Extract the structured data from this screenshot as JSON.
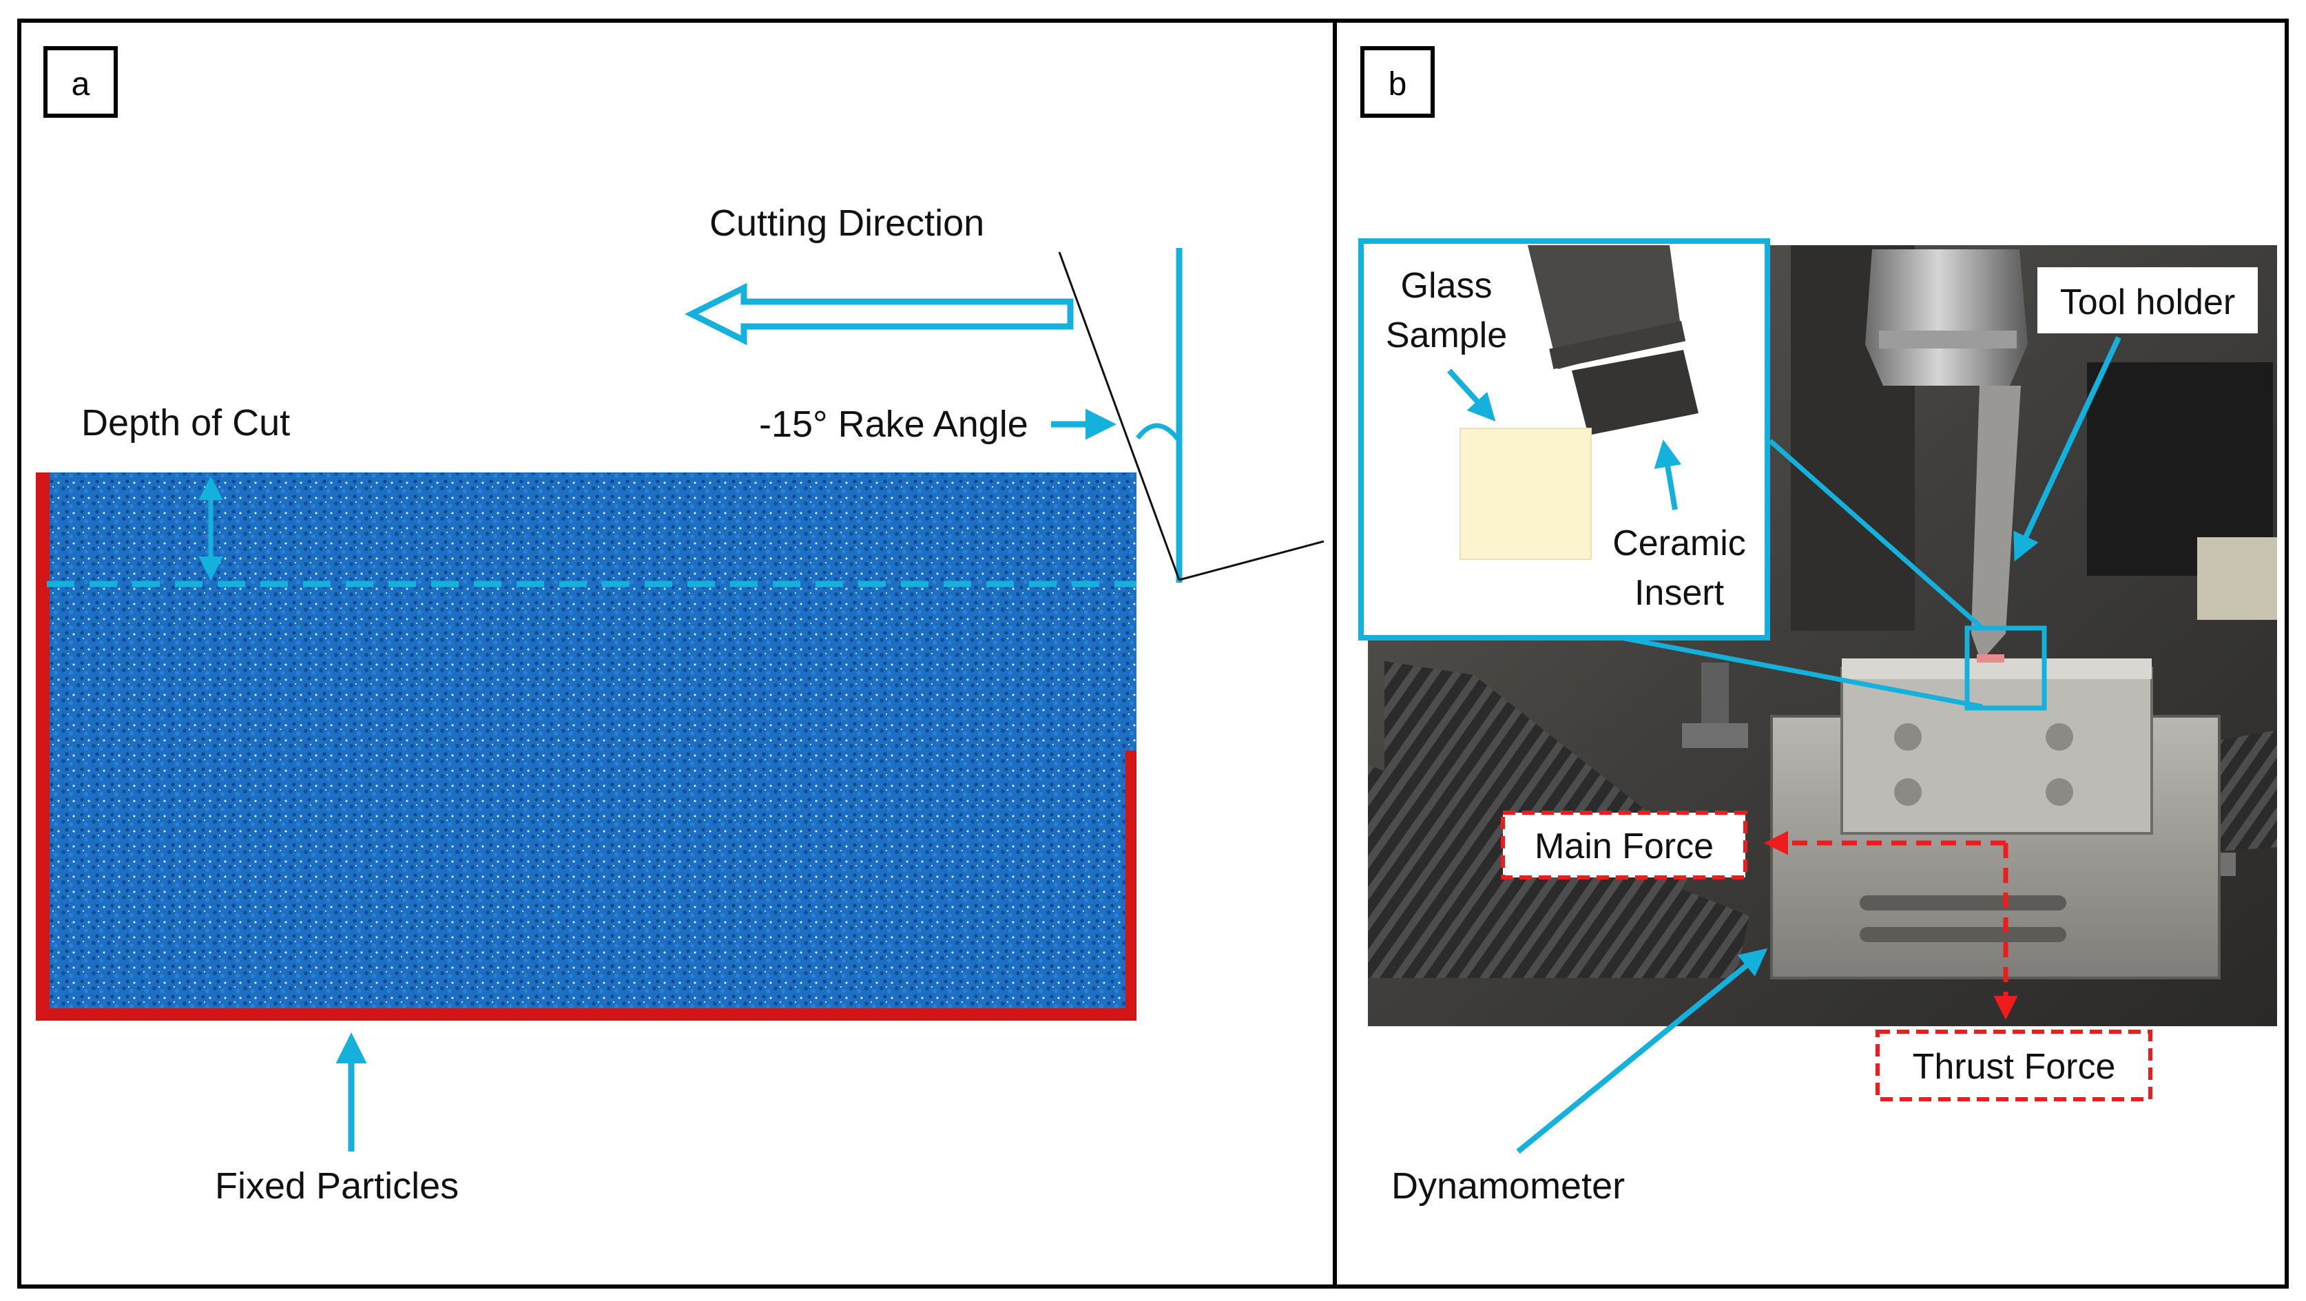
{
  "panel_a": {
    "label": "a",
    "cutting_direction": "Cutting Direction",
    "rake_angle": "-15° Rake Angle",
    "depth_of_cut": "Depth of Cut",
    "fixed_particles": "Fixed Particles"
  },
  "panel_b": {
    "label": "b",
    "glass_sample": [
      "Glass",
      "Sample"
    ],
    "ceramic_insert": [
      "Ceramic",
      "Insert"
    ],
    "tool_holder": "Tool holder",
    "main_force": "Main Force",
    "thrust_force": "Thrust Force",
    "dynamometer": "Dynamometer"
  },
  "colors": {
    "accent": "#15b1dd",
    "particles": "#1c6fc2",
    "fixed": "#d31515",
    "force": "#ee1c1c",
    "frame": "#000000"
  }
}
